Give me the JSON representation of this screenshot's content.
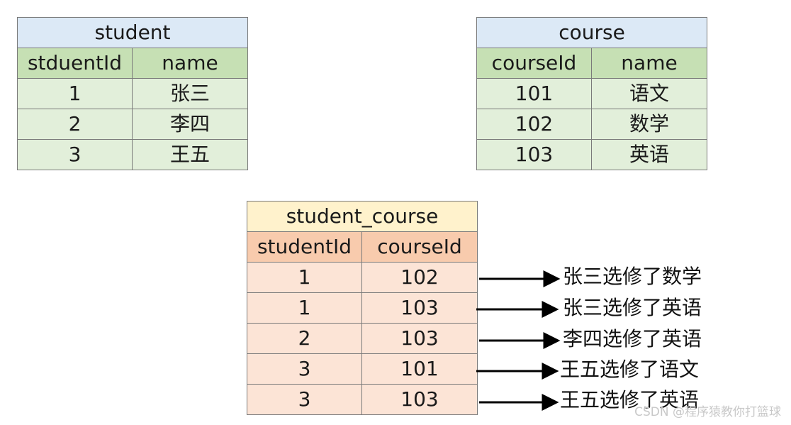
{
  "student": {
    "title": "student",
    "headers": [
      "stduentId",
      "name"
    ],
    "rows": [
      [
        "1",
        "张三"
      ],
      [
        "2",
        "李四"
      ],
      [
        "3",
        "王五"
      ]
    ]
  },
  "course": {
    "title": "course",
    "headers": [
      "courseId",
      "name"
    ],
    "rows": [
      [
        "101",
        "语文"
      ],
      [
        "102",
        "数学"
      ],
      [
        "103",
        "英语"
      ]
    ]
  },
  "student_course": {
    "title": "student_course",
    "headers": [
      "studentId",
      "courseId"
    ],
    "rows": [
      [
        "1",
        "102"
      ],
      [
        "1",
        "103"
      ],
      [
        "2",
        "103"
      ],
      [
        "3",
        "101"
      ],
      [
        "3",
        "103"
      ]
    ]
  },
  "annotations": [
    "张三选修了数学",
    "张三选修了英语",
    "李四选修了英语",
    "王五选修了语文",
    "王五选修了英语"
  ],
  "watermark": "CSDN @程序猿教你打篮球"
}
